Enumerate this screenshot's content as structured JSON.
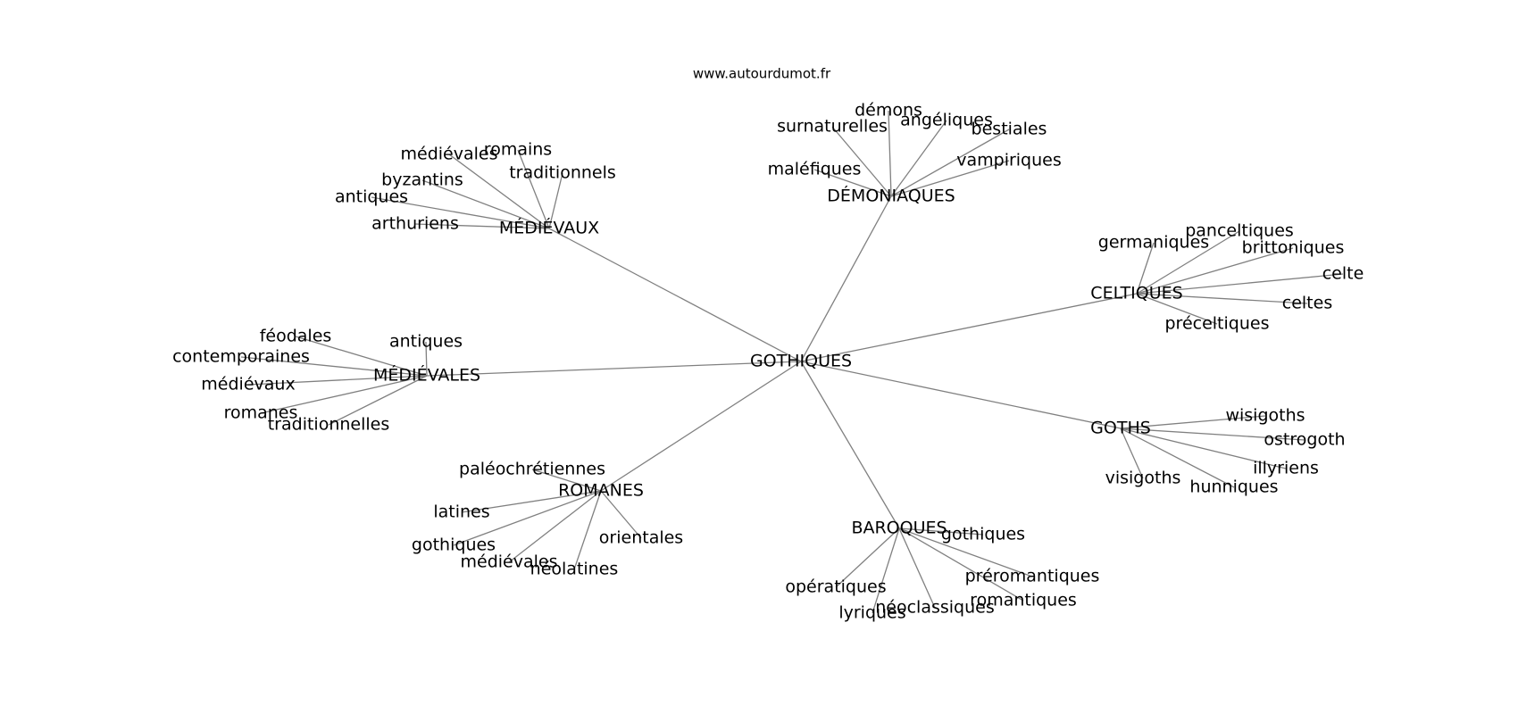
{
  "source_label": "www.autourdumot.fr",
  "colors": {
    "edge": "#808080",
    "text": "#000000",
    "background": "#ffffff"
  },
  "graph": {
    "center": "GOTHIQUES",
    "groups": [
      {
        "hub": "MÉDIÉVAUX",
        "leaves": [
          "médiévales",
          "romains",
          "byzantins",
          "traditionnels",
          "antiques",
          "arthuriens"
        ]
      },
      {
        "hub": "DÉMONIAQUES",
        "leaves": [
          "démons",
          "surnaturelles",
          "angéliques",
          "bestiales",
          "maléfiques",
          "vampiriques"
        ]
      },
      {
        "hub": "CELTIQUES",
        "leaves": [
          "germaniques",
          "panceltiques",
          "brittoniques",
          "celte",
          "celtes",
          "préceltiques"
        ]
      },
      {
        "hub": "MÉDIÉVALES",
        "leaves": [
          "féodales",
          "antiques",
          "contemporaines",
          "médiévaux",
          "romanes",
          "traditionnelles"
        ]
      },
      {
        "hub": "GOTHS",
        "leaves": [
          "wisigoths",
          "ostrogoth",
          "illyriens",
          "visigoths",
          "hunniques"
        ]
      },
      {
        "hub": "ROMANES",
        "leaves": [
          "paléochrétiennes",
          "latines",
          "gothiques",
          "médiévales",
          "néolatines",
          "orientales"
        ]
      },
      {
        "hub": "BAROQUES",
        "leaves": [
          "gothiques",
          "préromantiques",
          "opératiques",
          "romantiques",
          "lyriques",
          "néoclassiques"
        ]
      }
    ]
  }
}
